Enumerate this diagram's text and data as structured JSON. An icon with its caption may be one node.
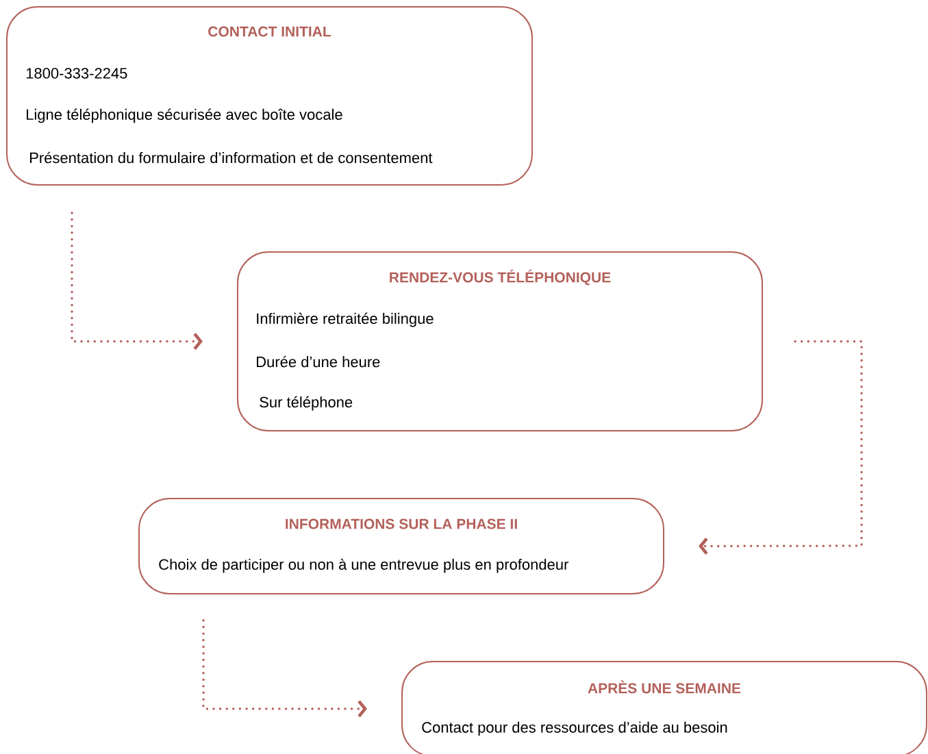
{
  "diagram": {
    "nodes": [
      {
        "text": [
          "CONTACT INITIAL",
          "1800-333-2245",
          "Ligne téléphonique sécurisée avec boîte vocale",
          "Présentation du formulaire d’information et de consentement"
        ]
      },
      {
        "text": [
          "RENDEZ-VOUS TÉLÉPHONIQUE",
          "Infirmière retraitée bilingue",
          "Durée d’une heure",
          "Sur téléphone"
        ]
      },
      {
        "text": [
          "INFORMATIONS SUR LA PHASE II",
          "Choix de participer ou non à une entrevue plus en profondeur"
        ]
      },
      {
        "text": [
          "APRÈS UNE SEMAINE",
          "Contact pour des ressources d’aide au besoin"
        ]
      }
    ],
    "edges": [
      {
        "from": 0,
        "to": 1,
        "arrow": "to"
      },
      {
        "from": 1,
        "to": 2,
        "arrow": "to"
      },
      {
        "from": 2,
        "to": 3,
        "arrow": "to"
      }
    ]
  }
}
